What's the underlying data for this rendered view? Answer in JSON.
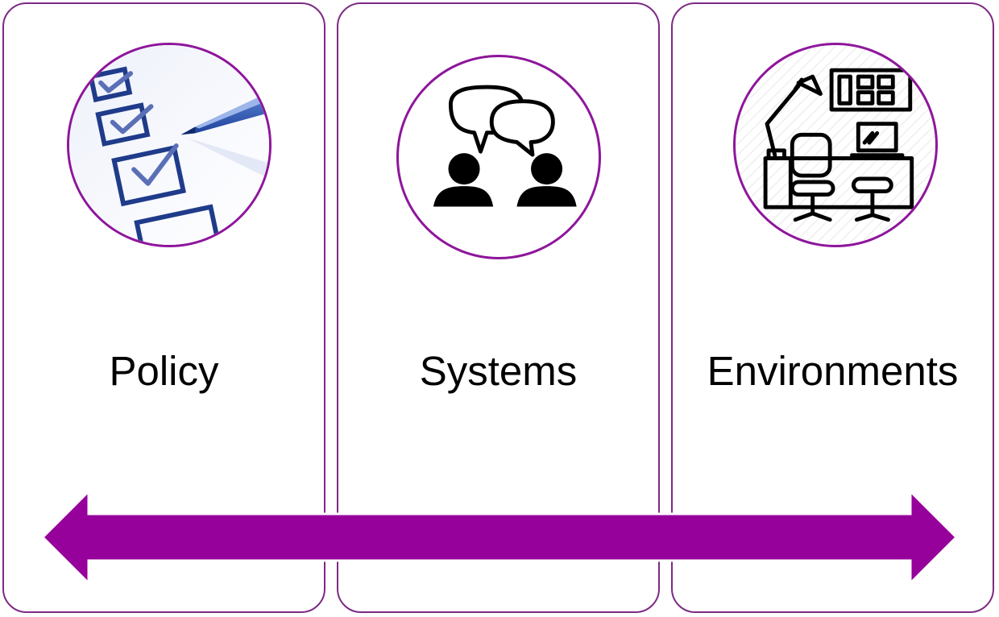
{
  "colors": {
    "panel_border": "#7d2a84",
    "medallion_border": "#8e169b",
    "arrow_fill": "#96009b",
    "checklist_ink": "#1f3b8a",
    "text": "#000000"
  },
  "panels": [
    {
      "id": "policy",
      "title": "Policy",
      "icon": "checklist-pen-icon"
    },
    {
      "id": "systems",
      "title": "Systems",
      "icon": "people-conversation-icon"
    },
    {
      "id": "environments",
      "title": "Environments",
      "icon": "office-workspace-icon"
    }
  ],
  "connector": {
    "type": "double-headed-arrow",
    "icon": "double-arrow-icon"
  }
}
